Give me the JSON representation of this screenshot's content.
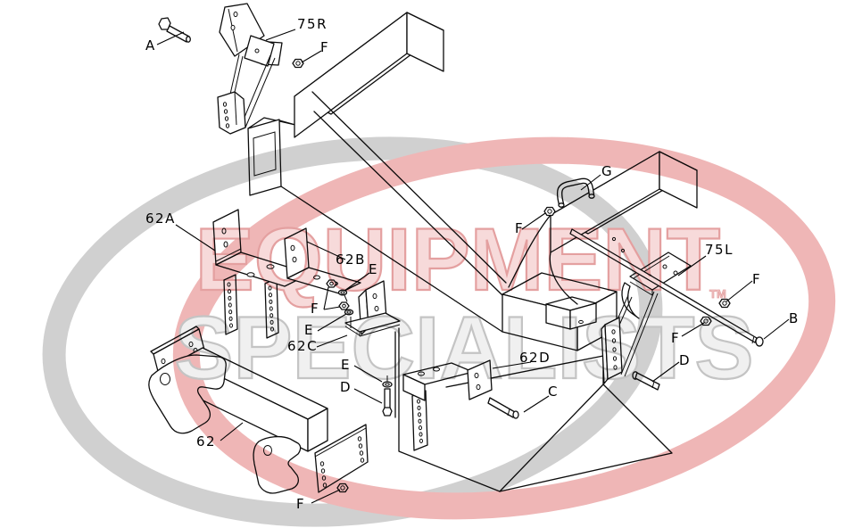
{
  "callouts": {
    "a": "A",
    "b": "B",
    "c": "C",
    "d": "D",
    "e": "E",
    "f": "F",
    "g": "G",
    "p75r": "75R",
    "p75l": "75L",
    "p62": "62",
    "p62a": "62A",
    "p62b": "62B",
    "p62c": "62C",
    "p62d": "62D"
  },
  "watermark": {
    "word1": "EQUIPMENT",
    "word2": "SPECIALISTS",
    "tm": "TM"
  },
  "colors": {
    "line": "#0c0c0c",
    "watermark_red_stroke": "#e4a0a0",
    "watermark_red_fill": "#f7dada",
    "watermark_gray_stroke": "#c4c4c4",
    "watermark_gray_fill": "#f0f0f0",
    "swoosh_gray": "#d0d0d0",
    "swoosh_red": "#efb6b6",
    "background": "#ffffff"
  }
}
